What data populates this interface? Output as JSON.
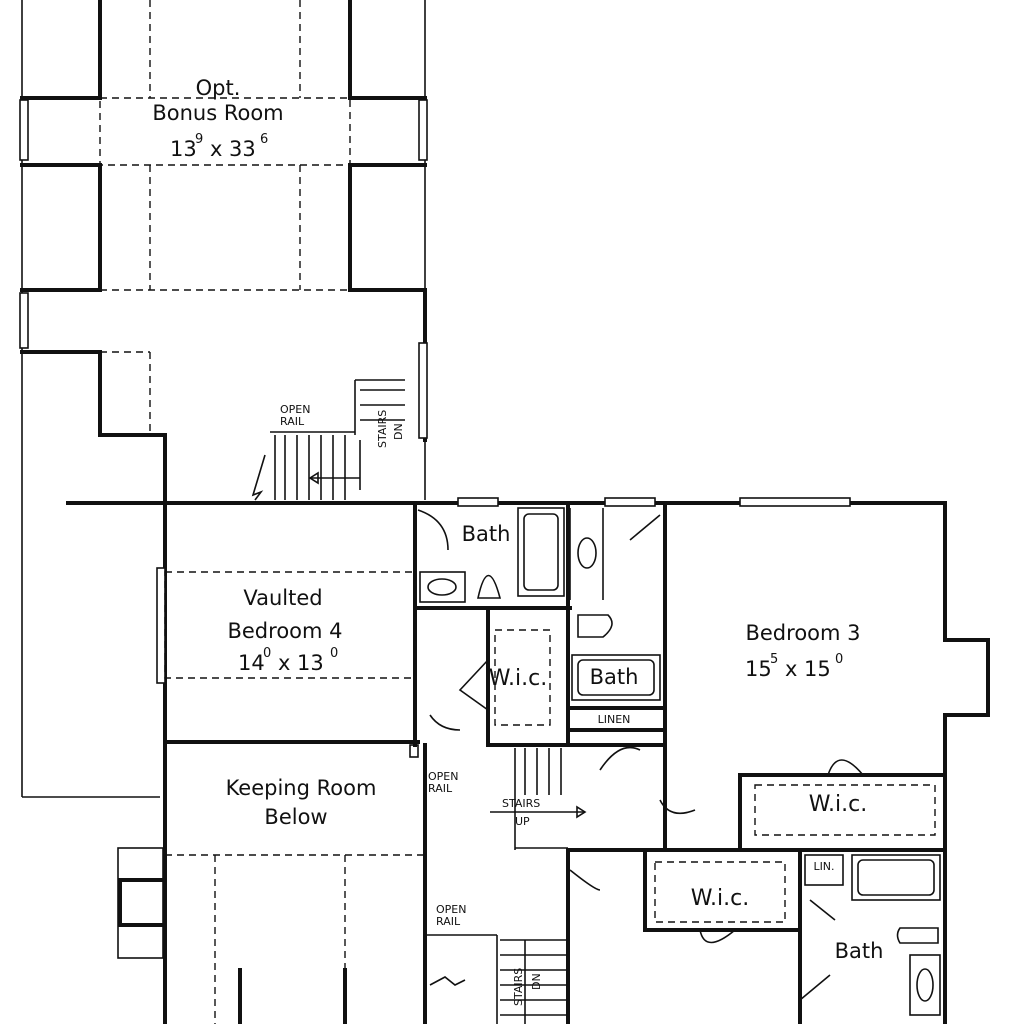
{
  "rooms": {
    "bonus": {
      "line1": "Opt.",
      "line2": "Bonus Room",
      "w": "13",
      "w_sup": "9",
      "x": "x",
      "d": "33",
      "d_sup": "6"
    },
    "bedroom4": {
      "line1": "Vaulted",
      "line2": "Bedroom 4",
      "w": "14",
      "w_sup": "0",
      "x": "x",
      "d": "13",
      "d_sup": "0"
    },
    "bedroom3": {
      "line1": "Bedroom 3",
      "w": "15",
      "w_sup": "5",
      "x": "x",
      "d": "15",
      "d_sup": "0"
    },
    "keeping": {
      "line1": "Keeping Room",
      "line2": "Below"
    },
    "bath_top": "Bath",
    "bath_mid": "Bath",
    "bath_bottom": "Bath",
    "wic_a": "W.i.c.",
    "wic_b": "W.i.c.",
    "wic_c": "W.i.c.",
    "linen": "LINEN",
    "lin": "LIN."
  },
  "notes": {
    "open_rail_top_1": "OPEN",
    "open_rail_top_2": "RAIL",
    "stairs_top": "STAIRS",
    "dn_top": "DN",
    "open_rail_mid_1": "OPEN",
    "open_rail_mid_2": "RAIL",
    "stairs_up_1": "STAIRS",
    "stairs_up_2": "UP",
    "open_rail_bot_1": "OPEN",
    "open_rail_bot_2": "RAIL",
    "stairs_bot": "STAIRS",
    "dn_bot": "DN"
  }
}
